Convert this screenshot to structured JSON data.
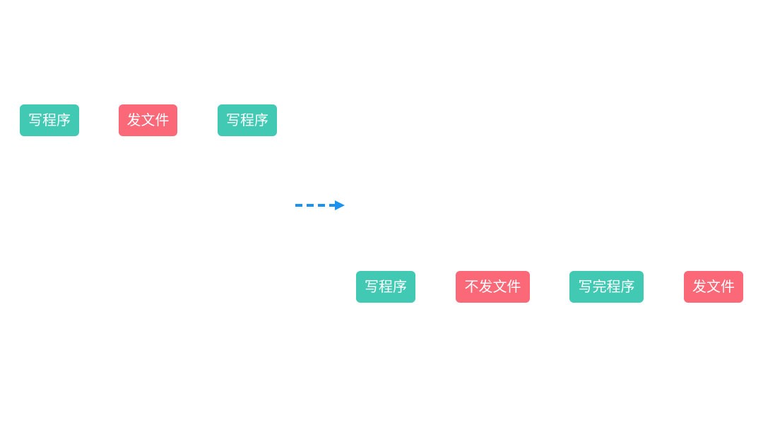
{
  "colors": {
    "code_task": "#41c9b4",
    "file_task": "#fb6878",
    "arrow": "#1a93f0"
  },
  "before": {
    "items": [
      {
        "label": "写程序"
      },
      {
        "label": "发文件"
      },
      {
        "label": "写程序"
      }
    ]
  },
  "after": {
    "items": [
      {
        "label": "写程序"
      },
      {
        "label": "不发文件"
      },
      {
        "label": "写完程序"
      },
      {
        "label": "发文件"
      }
    ]
  },
  "arrow": {
    "icon": "dashed-arrow-right-icon"
  }
}
